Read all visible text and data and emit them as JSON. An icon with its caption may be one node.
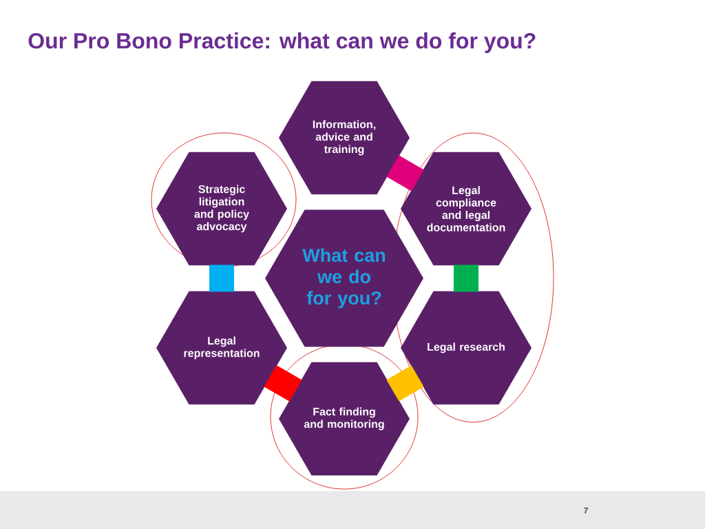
{
  "diagram": {
    "title": "Our Pro Bono Practice: what can we do for you?",
    "nodes": [
      {
        "text": [
          "Information, advice and training"
        ]
      },
      {
        "text": [
          "Strategic litigation and policy advocacy"
        ]
      },
      {
        "text": [
          "Legal compliance and legal documentation"
        ]
      },
      {
        "text": [
          "What can we do for you?"
        ]
      },
      {
        "text": [
          "Legal representation"
        ]
      },
      {
        "text": [
          "Legal research"
        ]
      },
      {
        "text": [
          "Fact finding and monitoring"
        ]
      }
    ],
    "edges": [
      {
        "from": 0,
        "to": 2,
        "arrow": "none",
        "color": "#e0007a"
      },
      {
        "from": 2,
        "to": 5,
        "arrow": "none",
        "color": "#00b050"
      },
      {
        "from": 5,
        "to": 6,
        "arrow": "none",
        "color": "#ffc000"
      },
      {
        "from": 6,
        "to": 4,
        "arrow": "none",
        "color": "#ff0000"
      },
      {
        "from": 4,
        "to": 1,
        "arrow": "none",
        "color": "#00b0f0"
      }
    ],
    "labels": [
      "7"
    ]
  }
}
